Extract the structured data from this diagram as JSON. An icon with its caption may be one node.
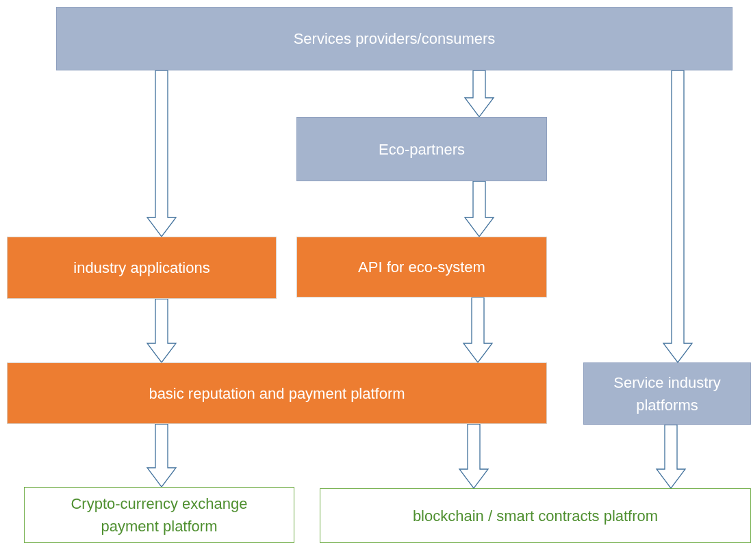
{
  "diagram": {
    "nodes": [
      {
        "text": [
          "Services providers/consumers"
        ]
      },
      {
        "text": [
          "Eco-partners"
        ]
      },
      {
        "text": [
          "industry applications"
        ]
      },
      {
        "text": [
          "API for eco-system"
        ]
      },
      {
        "text": [
          "basic reputation and payment platform"
        ]
      },
      {
        "text": [
          "Service industry platforms"
        ]
      },
      {
        "text": [
          "Crypto-currency exchange payment platform"
        ]
      },
      {
        "text": [
          "blockchain / smart contracts platfrom"
        ]
      }
    ],
    "edges": [
      {
        "from": 0,
        "to": 2,
        "arrow": "to"
      },
      {
        "from": 0,
        "to": 1,
        "arrow": "to"
      },
      {
        "from": 0,
        "to": 5,
        "arrow": "to"
      },
      {
        "from": 1,
        "to": 3,
        "arrow": "to"
      },
      {
        "from": 2,
        "to": 4,
        "arrow": "to"
      },
      {
        "from": 3,
        "to": 4,
        "arrow": "to"
      },
      {
        "from": 4,
        "to": 6,
        "arrow": "to"
      },
      {
        "from": 4,
        "to": 7,
        "arrow": "to"
      },
      {
        "from": 5,
        "to": 7,
        "arrow": "to"
      }
    ]
  }
}
